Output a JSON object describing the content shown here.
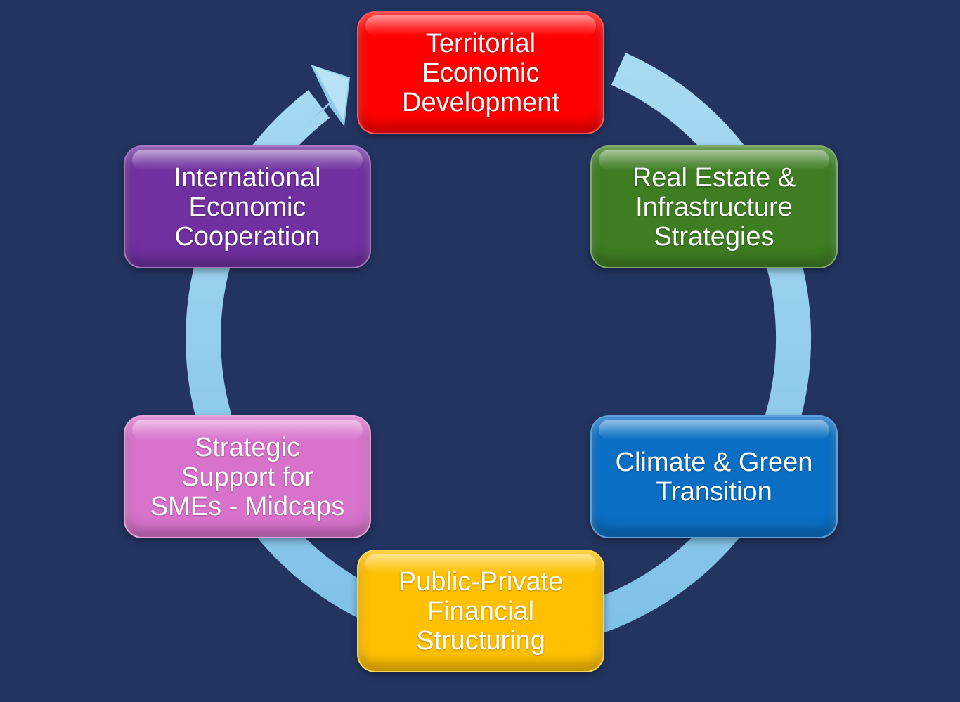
{
  "diagram": {
    "colors": {
      "background": "#233461",
      "ring": "#8ecbeb"
    },
    "nodes": [
      {
        "id": "territorial-economic-development",
        "label": "Territorial\nEconomic\nDevelopment",
        "color": "#ff0000"
      },
      {
        "id": "real-estate-infrastructure-strategies",
        "label": "Real Estate &\nInfrastructure\nStrategies",
        "color": "#3e7d22"
      },
      {
        "id": "climate-green-transition",
        "label": "Climate & Green\nTransition",
        "color": "#0a6fc4"
      },
      {
        "id": "public-private-financial-structuring",
        "label": "Public-Private\nFinancial\nStructuring",
        "color": "#ffc000"
      },
      {
        "id": "strategic-support-smes-midcaps",
        "label": "Strategic\nSupport for\nSMEs - Midcaps",
        "color": "#d873cc"
      },
      {
        "id": "international-economic-cooperation",
        "label": "International\nEconomic\nCooperation",
        "color": "#7030a0"
      }
    ]
  }
}
